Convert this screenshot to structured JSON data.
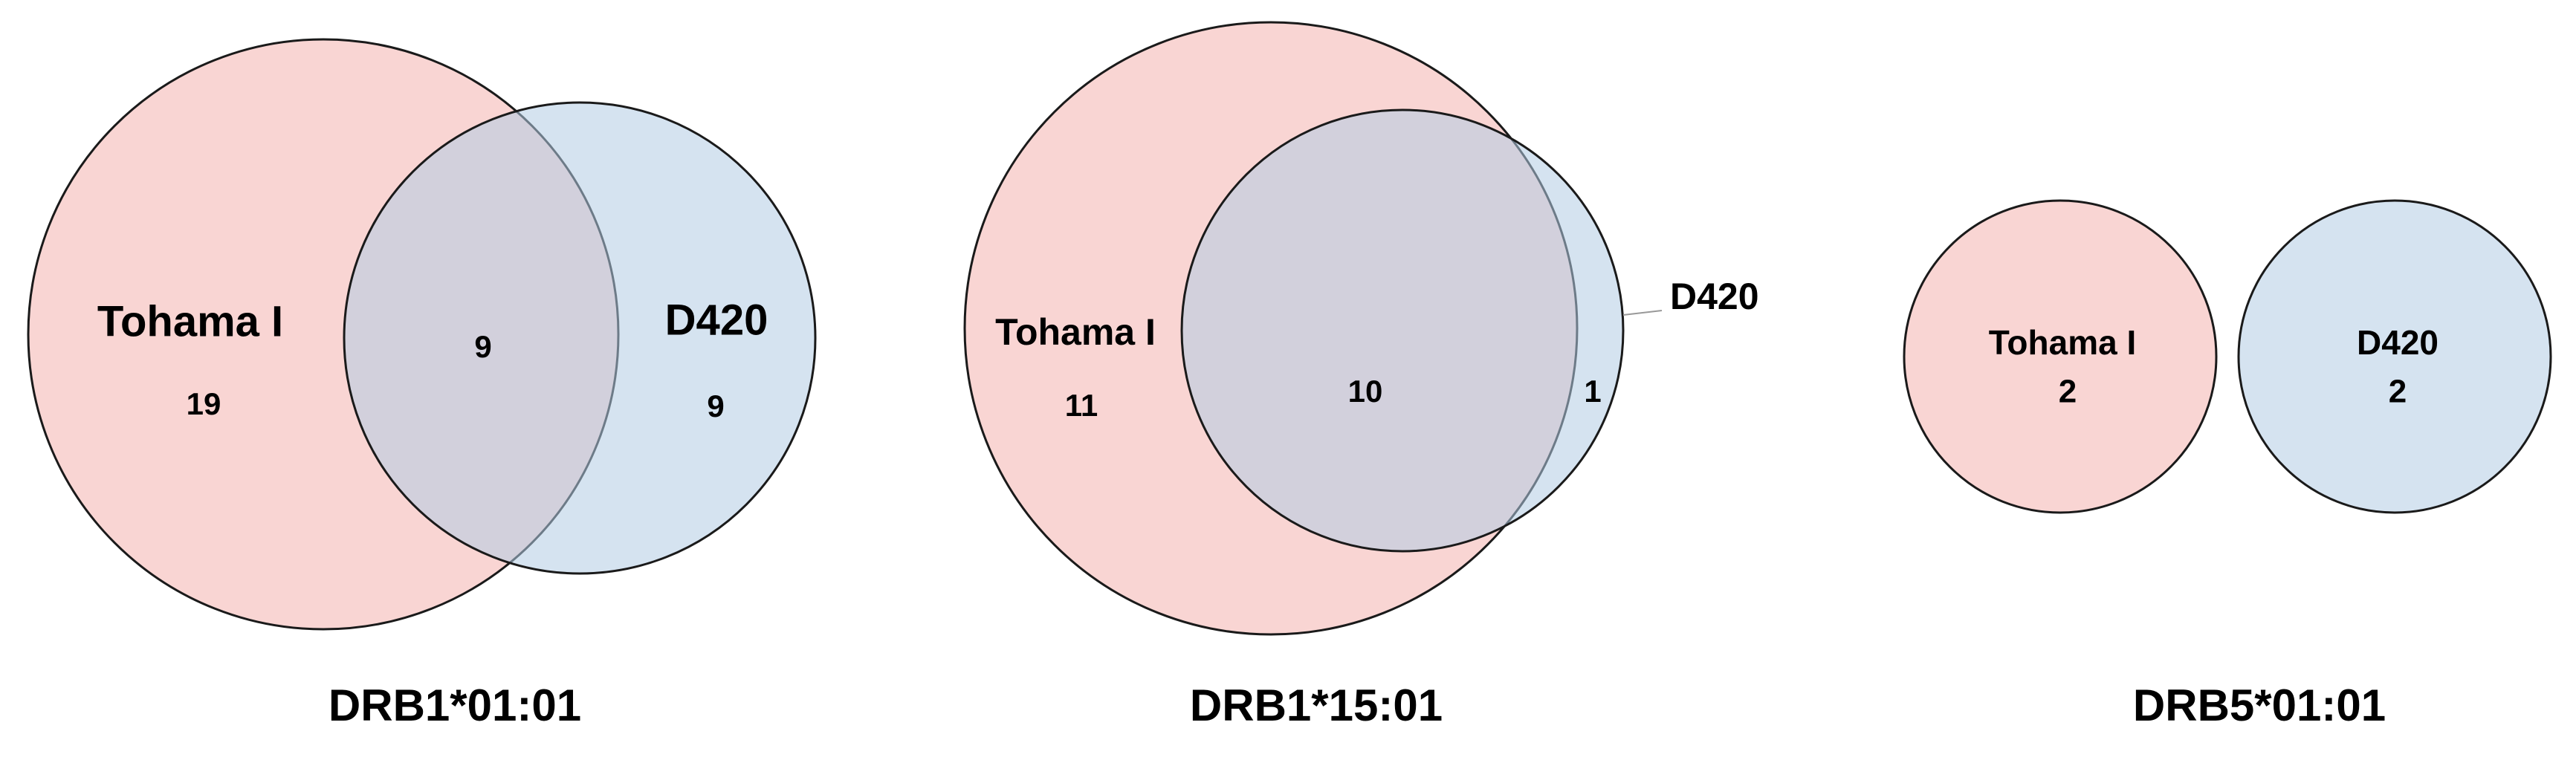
{
  "colors": {
    "set_a_fill": "#f4b3ae",
    "set_b_fill": "#b3cce4",
    "stroke": "#1a1a1a",
    "leader_line": "#999999"
  },
  "diagrams": [
    {
      "title": "DRB1*01:01",
      "set_a": {
        "label": "Tohama I",
        "only": "19"
      },
      "set_b": {
        "label": "D420",
        "only": "9"
      },
      "intersection": "9"
    },
    {
      "title": "DRB1*15:01",
      "set_a": {
        "label": "Tohama I",
        "only": "11"
      },
      "set_b": {
        "label": "D420",
        "only": "1"
      },
      "intersection": "10"
    },
    {
      "title": "DRB5*01:01",
      "set_a": {
        "label": "Tohama I",
        "only": "2"
      },
      "set_b": {
        "label": "D420",
        "only": "2"
      },
      "intersection": ""
    }
  ]
}
